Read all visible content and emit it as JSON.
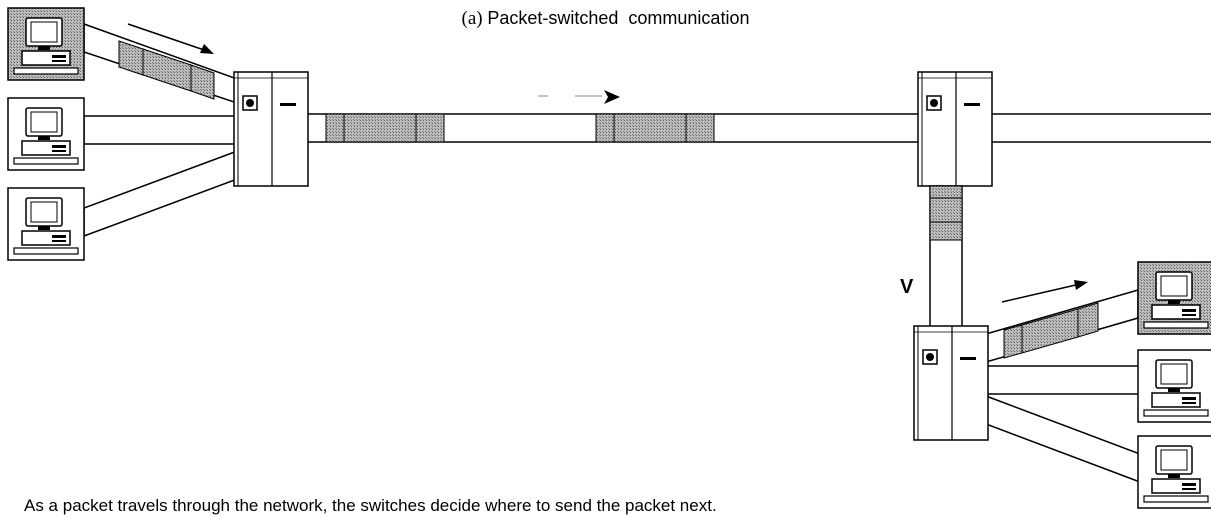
{
  "title": {
    "label": "(a)",
    "text": "Packet-switched  communication"
  },
  "marker_label": "V",
  "caption": "As a packet travels through the network, the switches decide where to send the packet next.",
  "colors": {
    "packet_fill": "#a8a8a8",
    "line": "#000000",
    "background": "#ffffff"
  },
  "icons": [
    "computer-icon",
    "switch-icon",
    "arrow-icon"
  ]
}
